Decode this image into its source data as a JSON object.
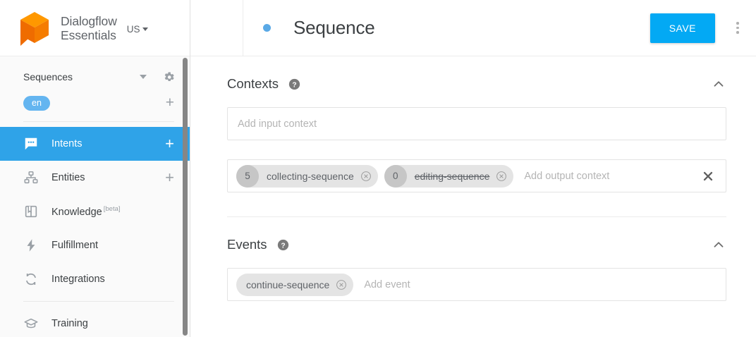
{
  "sidebar": {
    "brand": {
      "line1": "Dialogflow",
      "line2": "Essentials",
      "logo_icon": "dialogflow-cube-logo"
    },
    "region": {
      "label": "US",
      "icon": "chevron-down-icon"
    },
    "agent": {
      "name": "Sequences",
      "caret_icon": "caret-down-icon",
      "gear_icon": "gear-icon"
    },
    "language": {
      "code": "en",
      "add_icon": "plus-icon"
    },
    "items": [
      {
        "label": "Intents",
        "icon": "intents-chat-icon",
        "active": true,
        "action": "+",
        "action_icon": "plus-icon"
      },
      {
        "label": "Entities",
        "icon": "entities-hierarchy-icon",
        "active": false,
        "action": "+",
        "action_icon": "plus-icon"
      },
      {
        "label": "Knowledge",
        "badge": "[beta]",
        "icon": "knowledge-book-icon",
        "active": false
      },
      {
        "label": "Fulfillment",
        "icon": "fulfillment-bolt-icon",
        "active": false
      },
      {
        "label": "Integrations",
        "icon": "integrations-refresh-icon",
        "active": false
      },
      {
        "label": "Training",
        "icon": "training-cap-icon",
        "active": false,
        "divider_above": true
      }
    ]
  },
  "topbar": {
    "menu_icon": "hamburger-menu-icon",
    "status_dot": "status-dot-icon",
    "title": "Sequence",
    "save_label": "SAVE",
    "more_icon": "kebab-menu-icon"
  },
  "sections": {
    "contexts": {
      "title": "Contexts",
      "help_icon": "help-circle-icon",
      "collapse_icon": "chevron-up-icon",
      "input_placeholder": "Add input context",
      "output_placeholder": "Add output context",
      "clear_icon": "close-x-icon",
      "output_chips": [
        {
          "count": "5",
          "label": "collecting-sequence",
          "struck": false,
          "remove_icon": "chip-remove-icon"
        },
        {
          "count": "0",
          "label": "editing-sequence",
          "struck": true,
          "remove_icon": "chip-remove-icon"
        }
      ]
    },
    "events": {
      "title": "Events",
      "help_icon": "help-circle-icon",
      "collapse_icon": "chevron-up-icon",
      "placeholder": "Add event",
      "chips": [
        {
          "label": "continue-sequence",
          "remove_icon": "chip-remove-icon"
        }
      ]
    }
  },
  "colors": {
    "accent_blue": "#03a9f4",
    "active_nav": "#2fa3e8",
    "logo_orange": "#f57c00",
    "logo_orange_light": "#ff9800",
    "lang_pill": "#64b5f0",
    "chip_bg": "#e4e4e4"
  }
}
